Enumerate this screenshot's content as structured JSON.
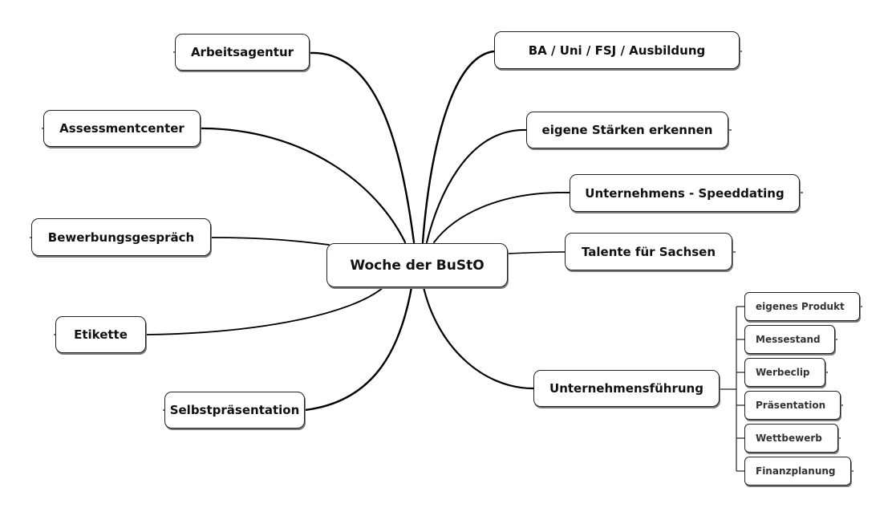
{
  "mindmap": {
    "center": "Woche der BuStO",
    "left_branches": [
      "Arbeitsagentur",
      "Assessmentcenter",
      "Bewerbungsgespräch",
      "Etikette",
      "Selbstpräsentation"
    ],
    "right_branches": [
      "BA / Uni / FSJ / Ausbildung",
      "eigene Stärken erkennen",
      "Unternehmens - Speeddating",
      "Talente für Sachsen",
      "Unternehmensführung"
    ],
    "unternehmensfuehrung_children": [
      "eigenes Produkt",
      "Messestand",
      "Werbeclip",
      "Präsentation",
      "Wettbewerb",
      "Finanzplanung"
    ]
  }
}
